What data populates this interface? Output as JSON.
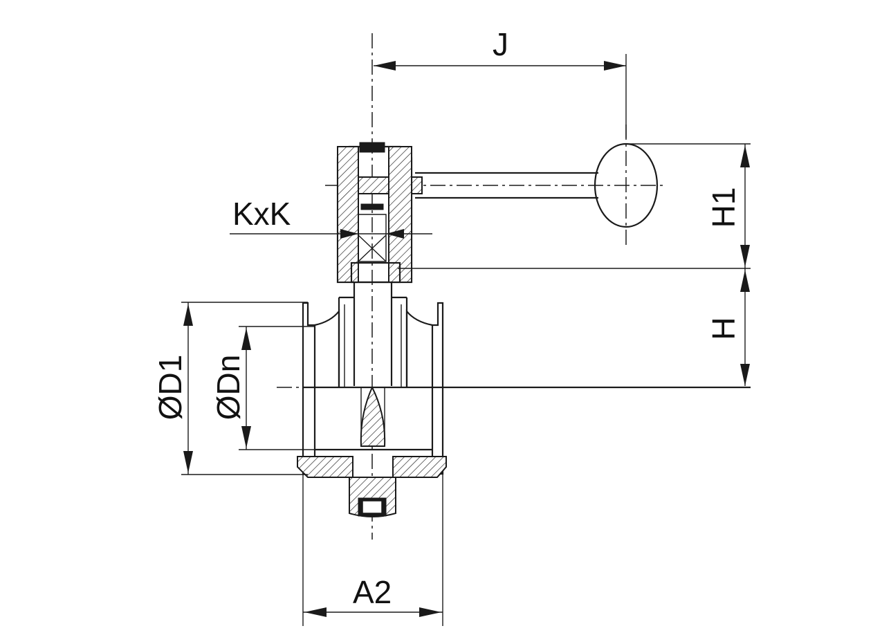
{
  "diagram": {
    "labels": {
      "j": "J",
      "kxk": "KxK",
      "h1": "H1",
      "h": "H",
      "d1": "ØD1",
      "dn": "ØDn",
      "a2": "A2"
    }
  }
}
